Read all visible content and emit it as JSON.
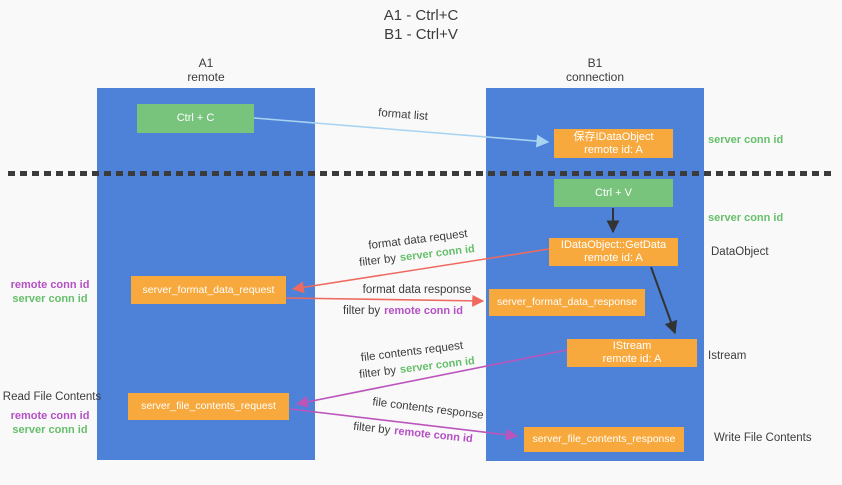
{
  "title": {
    "line1": "A1 - Ctrl+C",
    "line2": "B1 - Ctrl+V"
  },
  "columns": {
    "a": {
      "name": "A1",
      "role": "remote"
    },
    "b": {
      "name": "B1",
      "role": "connection"
    }
  },
  "boxes": {
    "ctrl_c": {
      "label": "Ctrl + C"
    },
    "save_idataobject": {
      "line1": "保存IDataObject",
      "line2": "remote id: A"
    },
    "ctrl_v": {
      "label": "Ctrl + V"
    },
    "getdata": {
      "line1": "IDataObject::GetData",
      "line2": "remote id: A"
    },
    "format_request": {
      "label": "server_format_data_request"
    },
    "format_response": {
      "label": "server_format_data_response"
    },
    "istream": {
      "line1": "IStream",
      "line2": "remote id: A"
    },
    "file_request": {
      "label": "server_file_contents_request"
    },
    "file_response": {
      "label": "server_file_contents_response"
    }
  },
  "annotations": {
    "left": {
      "remote_conn_id": "remote conn id",
      "server_conn_id": "server conn id",
      "read_file_contents": "Read File Contents",
      "remote_conn_id_2": "remote conn id",
      "server_conn_id_2": "server conn id"
    },
    "right": {
      "server_conn_id_1": "server conn id",
      "server_conn_id_2": "server conn id",
      "dataobject": "DataObject",
      "istream": "Istream",
      "write_file_contents": "Write File Contents"
    }
  },
  "arrows": {
    "format_list": {
      "label": "format list"
    },
    "format_data_request": {
      "label": "format data request",
      "filter_prefix": "filter by",
      "filter_key": "server conn id"
    },
    "format_data_response": {
      "label": "format data response",
      "filter_prefix": "filter by",
      "filter_key": "remote conn id"
    },
    "file_contents_request": {
      "label": "file contents request",
      "filter_prefix": "filter by",
      "filter_key": "server conn id"
    },
    "file_contents_response": {
      "label": "file contents response",
      "filter_prefix": "filter by",
      "filter_key": "remote conn id"
    }
  },
  "colors": {
    "column_blue": "#4d82d8",
    "box_green": "#79c47d",
    "box_orange": "#f8a93d",
    "arrow_light_blue": "#a8d4f2",
    "arrow_red": "#ee6a5f",
    "arrow_magenta": "#bb55bc",
    "arrow_black": "#333333",
    "text_green": "#66bf6b",
    "text_purple": "#b44fc4",
    "background": "#f9f9f9"
  }
}
